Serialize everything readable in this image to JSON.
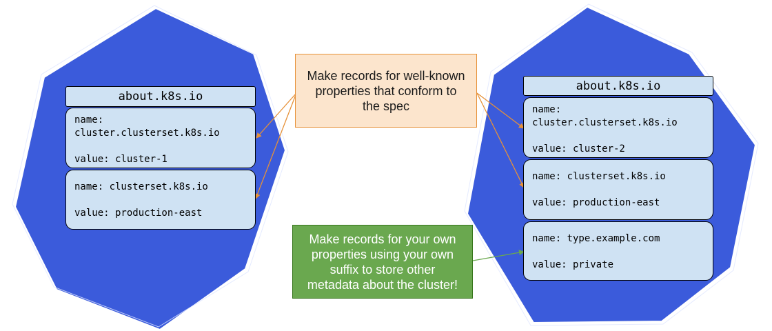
{
  "colors": {
    "hexagon": "#3b5bdb",
    "record_bg": "#cfe2f3",
    "callout_orange": "#fce5cd",
    "callout_green": "#6aa84f",
    "arrow": "#e69138"
  },
  "left_cluster": {
    "header": "about.k8s.io",
    "records": [
      {
        "name_label": "name:",
        "name_value": "cluster.clusterset.k8s.io",
        "value_line": "value: cluster-1"
      },
      {
        "name_line": "name: clusterset.k8s.io",
        "value_line": "value: production-east"
      }
    ]
  },
  "right_cluster": {
    "header": "about.k8s.io",
    "records": [
      {
        "name_label": "name:",
        "name_value": "cluster.clusterset.k8s.io",
        "value_line": "value: cluster-2"
      },
      {
        "name_line": "name: clusterset.k8s.io",
        "value_line": "value: production-east"
      },
      {
        "name_line": "name: type.example.com",
        "value_line": "value: private"
      }
    ]
  },
  "callouts": {
    "well_known": [
      "Make records for well-known",
      "properties that conform to",
      "the spec"
    ],
    "own": [
      "Make records for your own",
      "properties using your own",
      "suffix to store other",
      "metadata about the cluster!"
    ]
  }
}
